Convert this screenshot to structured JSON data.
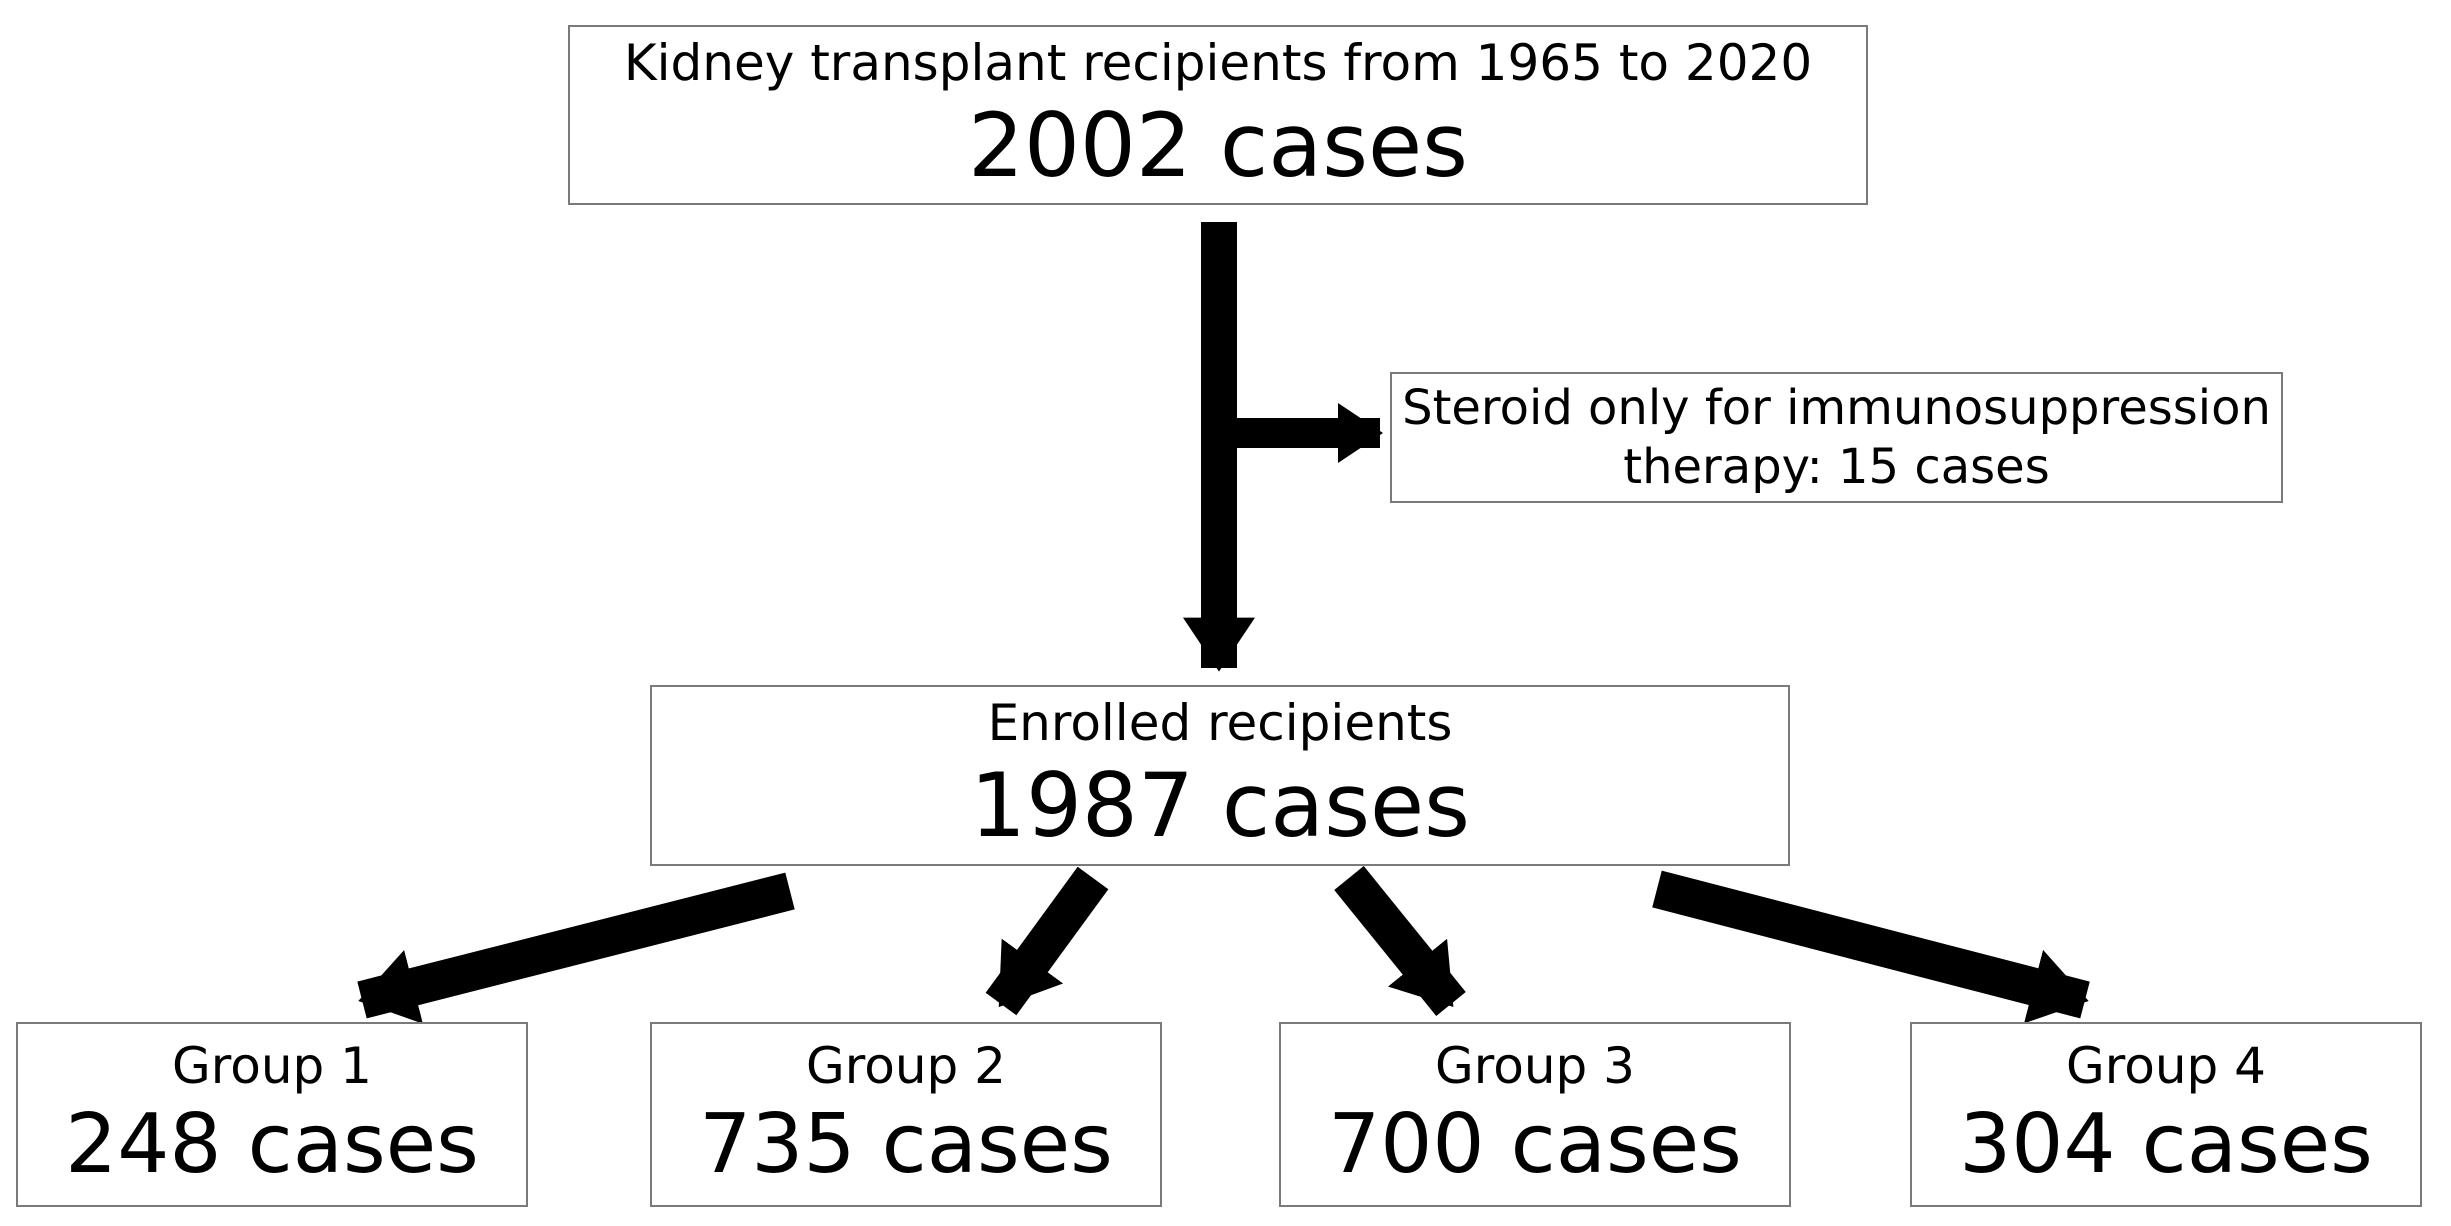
{
  "colors": {
    "background": "#ffffff",
    "box_fill": "#ffffff",
    "box_border": "#7a7a7a",
    "text": "#000000",
    "arrow": "#000000"
  },
  "nodes": {
    "source": {
      "title": "Kidney transplant recipients from 1965 to 2020",
      "count": "2002 cases"
    },
    "excluded": {
      "line1": "Steroid only for immunosuppression",
      "line2": "therapy: 15 cases"
    },
    "enrolled": {
      "title": "Enrolled recipients",
      "count": "1987 cases"
    },
    "group1": {
      "title": "Group 1",
      "count": "248 cases"
    },
    "group2": {
      "title": "Group 2",
      "count": "735 cases"
    },
    "group3": {
      "title": "Group 3",
      "count": "700 cases"
    },
    "group4": {
      "title": "Group 4",
      "count": "304 cases"
    }
  },
  "edges": [
    {
      "from": "source",
      "to": "enrolled"
    },
    {
      "from": "source",
      "to": "excluded"
    },
    {
      "from": "enrolled",
      "to": "group1"
    },
    {
      "from": "enrolled",
      "to": "group2"
    },
    {
      "from": "enrolled",
      "to": "group3"
    },
    {
      "from": "enrolled",
      "to": "group4"
    }
  ]
}
